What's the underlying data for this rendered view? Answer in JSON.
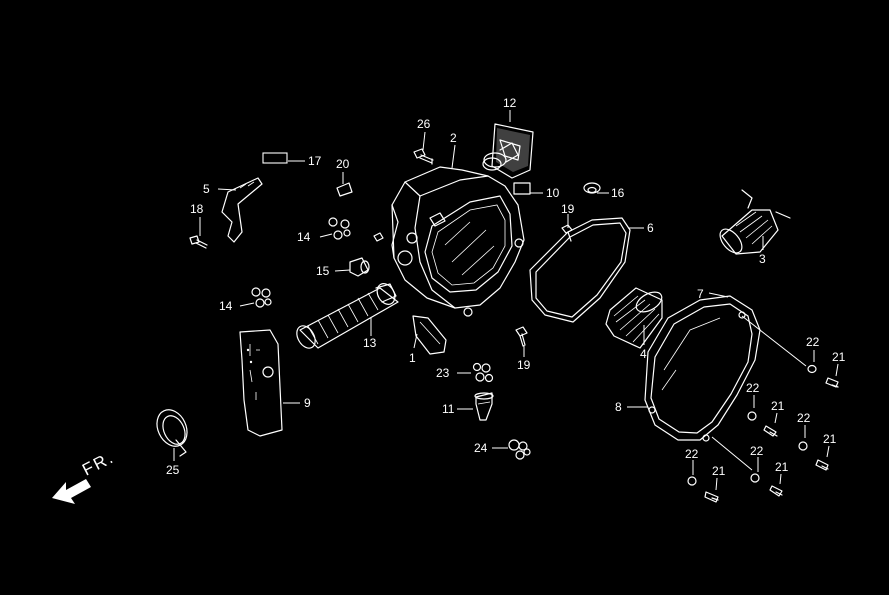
{
  "diagram": {
    "direction_label": "FR.",
    "callouts": [
      {
        "id": "c1",
        "text": "1"
      },
      {
        "id": "c2",
        "text": "2"
      },
      {
        "id": "c3",
        "text": "3"
      },
      {
        "id": "c4",
        "text": "4"
      },
      {
        "id": "c5",
        "text": "5"
      },
      {
        "id": "c6",
        "text": "6"
      },
      {
        "id": "c7",
        "text": "7"
      },
      {
        "id": "c8",
        "text": "8"
      },
      {
        "id": "c9",
        "text": "9"
      },
      {
        "id": "c10",
        "text": "10"
      },
      {
        "id": "c11",
        "text": "11"
      },
      {
        "id": "c12",
        "text": "12"
      },
      {
        "id": "c13",
        "text": "13"
      },
      {
        "id": "c14a",
        "text": "14"
      },
      {
        "id": "c14b",
        "text": "14"
      },
      {
        "id": "c15",
        "text": "15"
      },
      {
        "id": "c16",
        "text": "16"
      },
      {
        "id": "c17",
        "text": "17"
      },
      {
        "id": "c18",
        "text": "18"
      },
      {
        "id": "c19a",
        "text": "19"
      },
      {
        "id": "c19b",
        "text": "19"
      },
      {
        "id": "c20",
        "text": "20"
      },
      {
        "id": "c21a",
        "text": "21"
      },
      {
        "id": "c21b",
        "text": "21"
      },
      {
        "id": "c21c",
        "text": "21"
      },
      {
        "id": "c21d",
        "text": "21"
      },
      {
        "id": "c21e",
        "text": "21"
      },
      {
        "id": "c22a",
        "text": "22"
      },
      {
        "id": "c22b",
        "text": "22"
      },
      {
        "id": "c22c",
        "text": "22"
      },
      {
        "id": "c22d",
        "text": "22"
      },
      {
        "id": "c22e",
        "text": "22"
      },
      {
        "id": "c23",
        "text": "23"
      },
      {
        "id": "c24",
        "text": "24"
      },
      {
        "id": "c25",
        "text": "25"
      },
      {
        "id": "c26",
        "text": "26"
      }
    ]
  }
}
